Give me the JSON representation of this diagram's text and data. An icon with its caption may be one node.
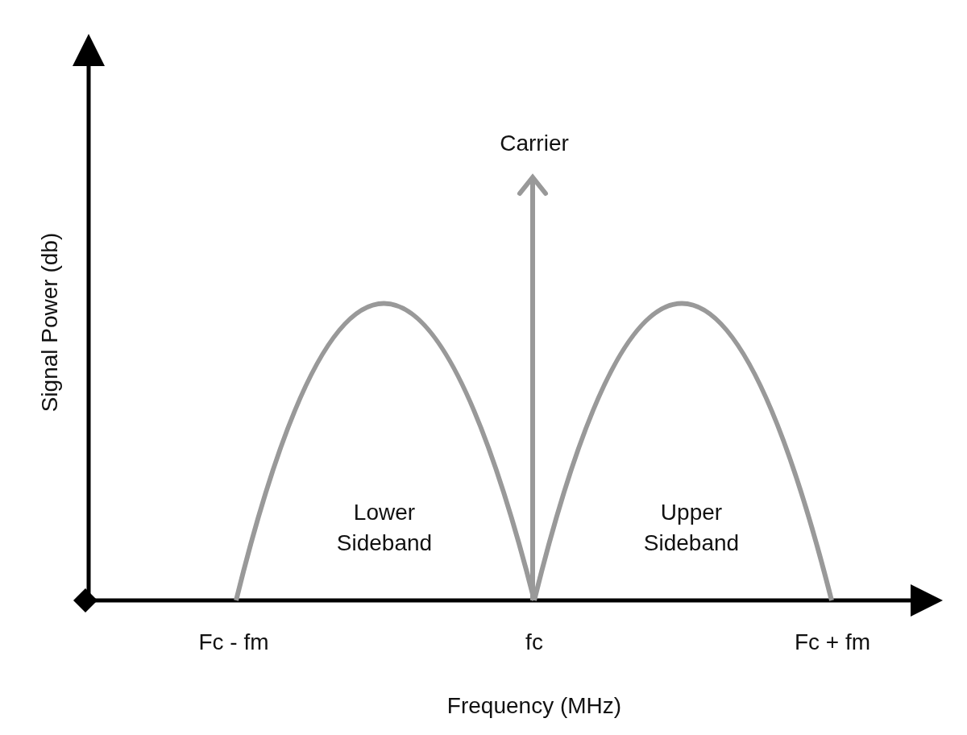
{
  "diagram": {
    "labels": [
      "Signal Power (db)",
      "Carrier",
      "Lower Sideband",
      "Upper Sideband",
      "Fc - fm",
      "fc",
      "Fc + fm",
      "Frequency (MHz)"
    ]
  }
}
